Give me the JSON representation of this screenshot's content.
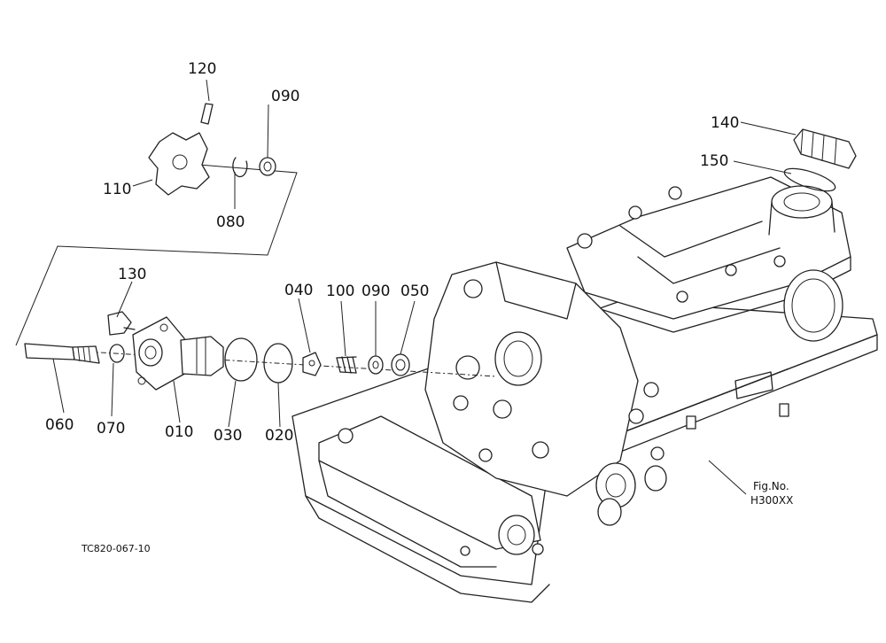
{
  "parts": [
    {
      "id": "p120",
      "number": "120"
    },
    {
      "id": "p090a",
      "number": "090"
    },
    {
      "id": "p110",
      "number": "110"
    },
    {
      "id": "p080",
      "number": "080"
    },
    {
      "id": "p140",
      "number": "140"
    },
    {
      "id": "p150",
      "number": "150"
    },
    {
      "id": "p130",
      "number": "130"
    },
    {
      "id": "p040",
      "number": "040"
    },
    {
      "id": "p100",
      "number": "100"
    },
    {
      "id": "p090b",
      "number": "090"
    },
    {
      "id": "p050",
      "number": "050"
    },
    {
      "id": "p060",
      "number": "060"
    },
    {
      "id": "p070",
      "number": "070"
    },
    {
      "id": "p010",
      "number": "010"
    },
    {
      "id": "p030",
      "number": "030"
    },
    {
      "id": "p020",
      "number": "020"
    }
  ],
  "drawing_code": "TC820-067-10",
  "figure": {
    "line1": "Fig.No.",
    "line2": "H300XX"
  }
}
